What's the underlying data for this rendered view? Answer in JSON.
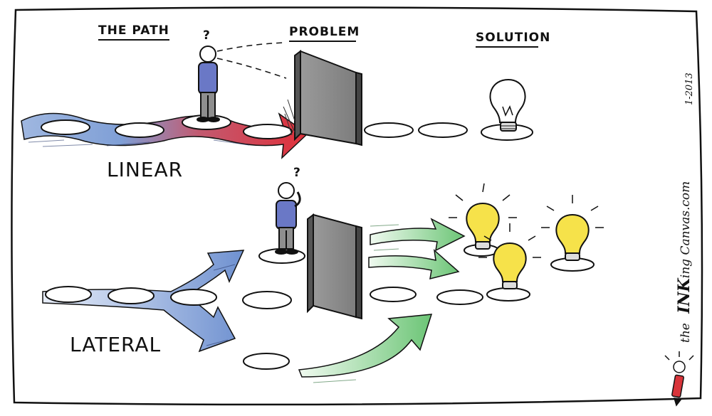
{
  "headings": {
    "path": "THE PATH",
    "problem": "PROBLEM",
    "solution": "SOLUTION"
  },
  "labels": {
    "linear": "LINEAR",
    "lateral": "LATERAL",
    "question": "?"
  },
  "credit": {
    "prefix": "the",
    "bold": "INK",
    "rest": "ing Canvas.com",
    "date": "1-2013"
  },
  "colors": {
    "blue_path": "#7f9fd6",
    "red_path": "#d9343a",
    "green_path": "#7fcf86",
    "wall": "#8c8c8c",
    "bulb_glow": "#f6e24a",
    "shirt": "#6a78c6",
    "outline": "#111111"
  }
}
